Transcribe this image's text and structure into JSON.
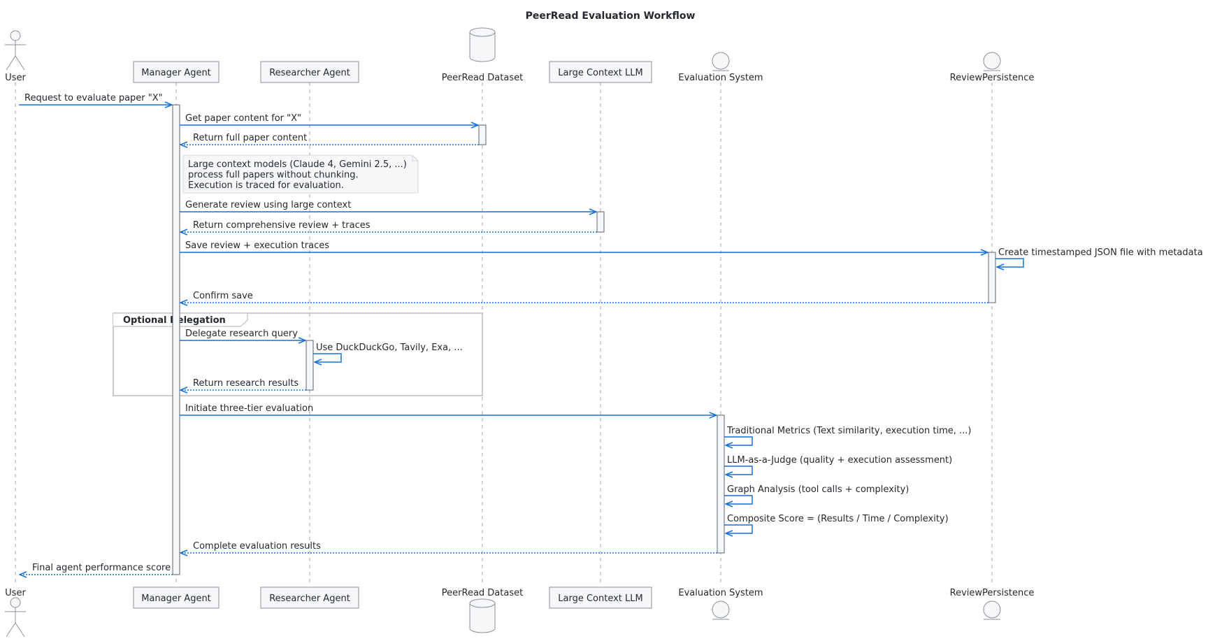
{
  "title": "PeerRead Evaluation Workflow",
  "participants": [
    {
      "id": "user",
      "label": "User",
      "shape": "actor"
    },
    {
      "id": "manager",
      "label": "Manager Agent",
      "shape": "box"
    },
    {
      "id": "researcher",
      "label": "Researcher Agent",
      "shape": "box"
    },
    {
      "id": "dataset",
      "label": "PeerRead Dataset",
      "shape": "database"
    },
    {
      "id": "llm",
      "label": "Large Context LLM",
      "shape": "box"
    },
    {
      "id": "evaluation",
      "label": "Evaluation System",
      "shape": "entity"
    },
    {
      "id": "persistence",
      "label": "ReviewPersistence",
      "shape": "entity"
    }
  ],
  "messages": [
    {
      "from": "user",
      "to": "manager",
      "label": "Request to evaluate paper \"X\"",
      "style": "solid"
    },
    {
      "from": "manager",
      "to": "dataset",
      "label": "Get paper content for \"X\"",
      "style": "solid"
    },
    {
      "from": "dataset",
      "to": "manager",
      "label": "Return full paper content",
      "style": "dashed"
    },
    {
      "from": "manager",
      "to": "llm",
      "label": "Generate review using large context",
      "style": "solid"
    },
    {
      "from": "llm",
      "to": "manager",
      "label": "Return comprehensive review + traces",
      "style": "dashed"
    },
    {
      "from": "manager",
      "to": "persistence",
      "label": "Save review + execution traces",
      "style": "solid"
    },
    {
      "from": "persistence",
      "to": "persistence",
      "label": "Create timestamped JSON file with metadata",
      "style": "self"
    },
    {
      "from": "persistence",
      "to": "manager",
      "label": "Confirm save",
      "style": "dashed"
    },
    {
      "from": "manager",
      "to": "researcher",
      "label": "Delegate research query",
      "style": "solid"
    },
    {
      "from": "researcher",
      "to": "researcher",
      "label": "Use DuckDuckGo, Tavily, Exa, ...",
      "style": "self"
    },
    {
      "from": "researcher",
      "to": "manager",
      "label": "Return research results",
      "style": "dashed"
    },
    {
      "from": "manager",
      "to": "evaluation",
      "label": "Initiate three-tier evaluation",
      "style": "solid"
    },
    {
      "from": "evaluation",
      "to": "evaluation",
      "label": "Traditional Metrics (Text similarity, execution time, ...)",
      "style": "self"
    },
    {
      "from": "evaluation",
      "to": "evaluation",
      "label": "LLM-as-a-Judge (quality + execution assessment)",
      "style": "self"
    },
    {
      "from": "evaluation",
      "to": "evaluation",
      "label": "Graph Analysis (tool calls + complexity)",
      "style": "self"
    },
    {
      "from": "evaluation",
      "to": "evaluation",
      "label": "Composite Score = (Results / Time / Complexity)",
      "style": "self"
    },
    {
      "from": "evaluation",
      "to": "manager",
      "label": "Complete evaluation results",
      "style": "dashed"
    },
    {
      "from": "manager",
      "to": "user",
      "label": "Final agent performance score",
      "style": "dashed"
    }
  ],
  "note": {
    "lines": [
      "Large context models (Claude 4, Gemini 2.5, ...)",
      "process full papers without chunking.",
      "Execution is traced for evaluation."
    ]
  },
  "group": {
    "label": "Optional Delegation"
  },
  "colors": {
    "arrow": "#1a6fd4",
    "lifeline": "#a0a4a8",
    "box_fill": "#f6f7f9",
    "box_stroke": "#8a9099",
    "group_stroke": "#c8ccd2",
    "text": "#24292f"
  }
}
